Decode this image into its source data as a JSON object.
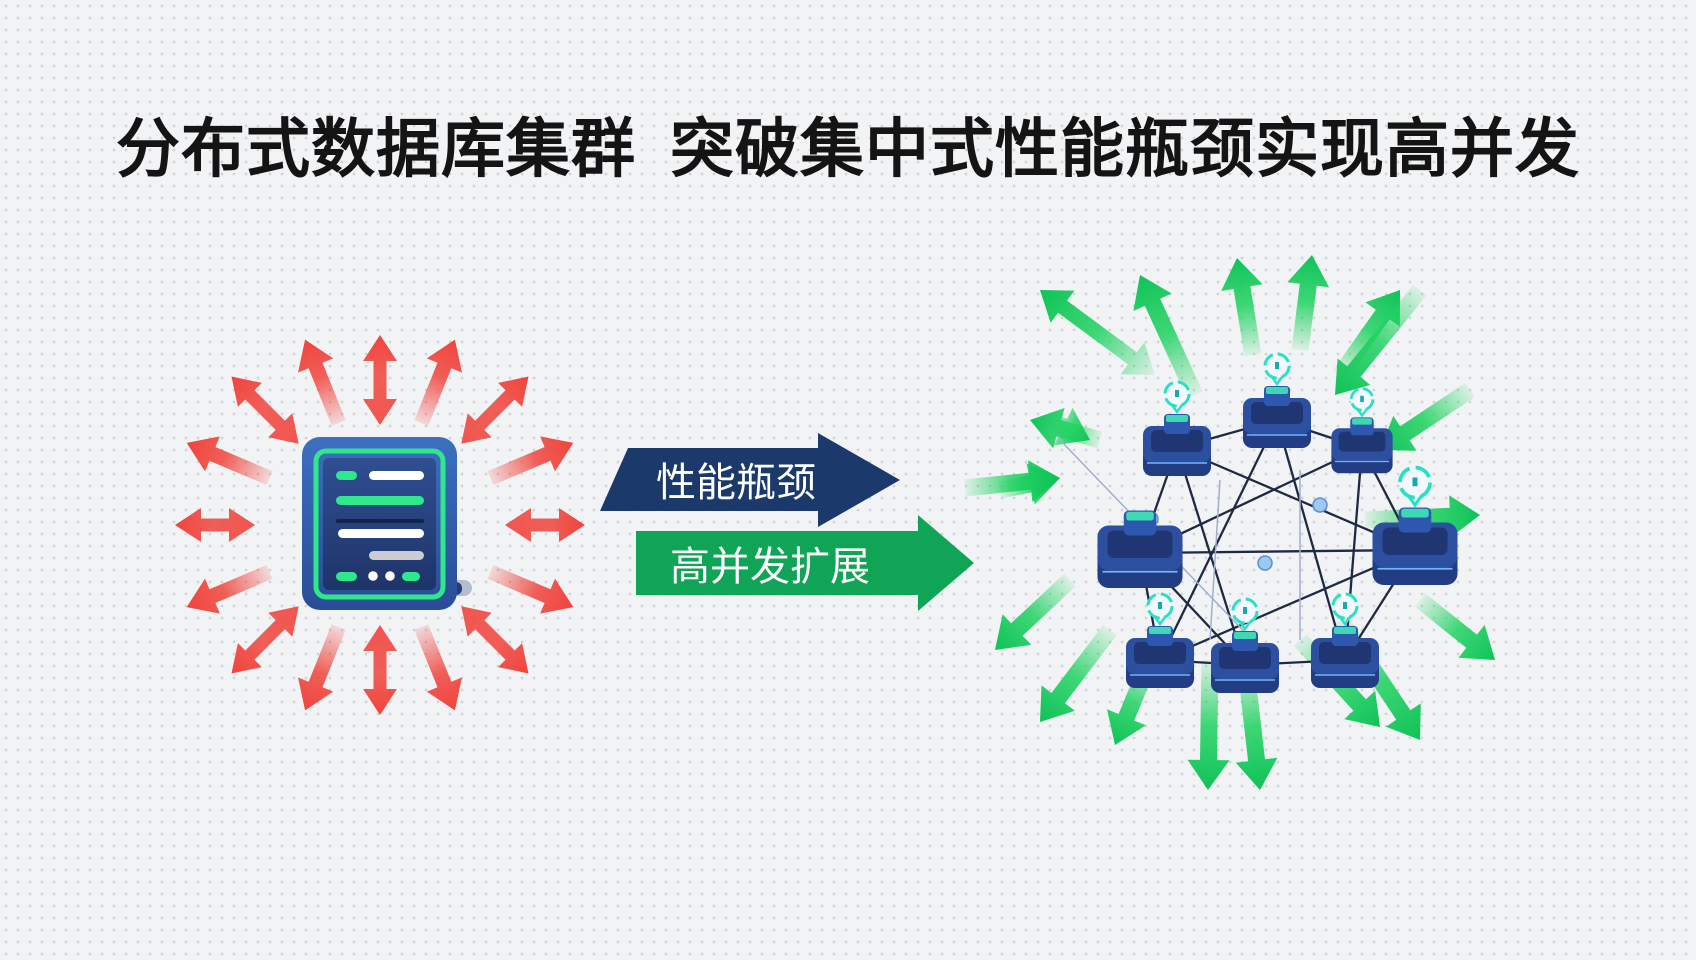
{
  "title": {
    "part1": "分布式数据库集群",
    "part2": "突破集中式性能瓶颈实现高并发"
  },
  "left_panel": {
    "icon": "server-icon",
    "arrow_color": "#f0443c",
    "meaning": "centralized-single-server"
  },
  "center_labels": {
    "bottleneck": {
      "text": "性能瓶颈",
      "color": "#1b3a6b"
    },
    "scaling": {
      "text": "高并发扩展",
      "color": "#10a456"
    }
  },
  "right_panel": {
    "icon": "cluster-network-icon",
    "node_count": 8,
    "arrow_color": "#1fd260",
    "node_color": "#2c4fa0",
    "accent_color": "#29e0c4"
  }
}
